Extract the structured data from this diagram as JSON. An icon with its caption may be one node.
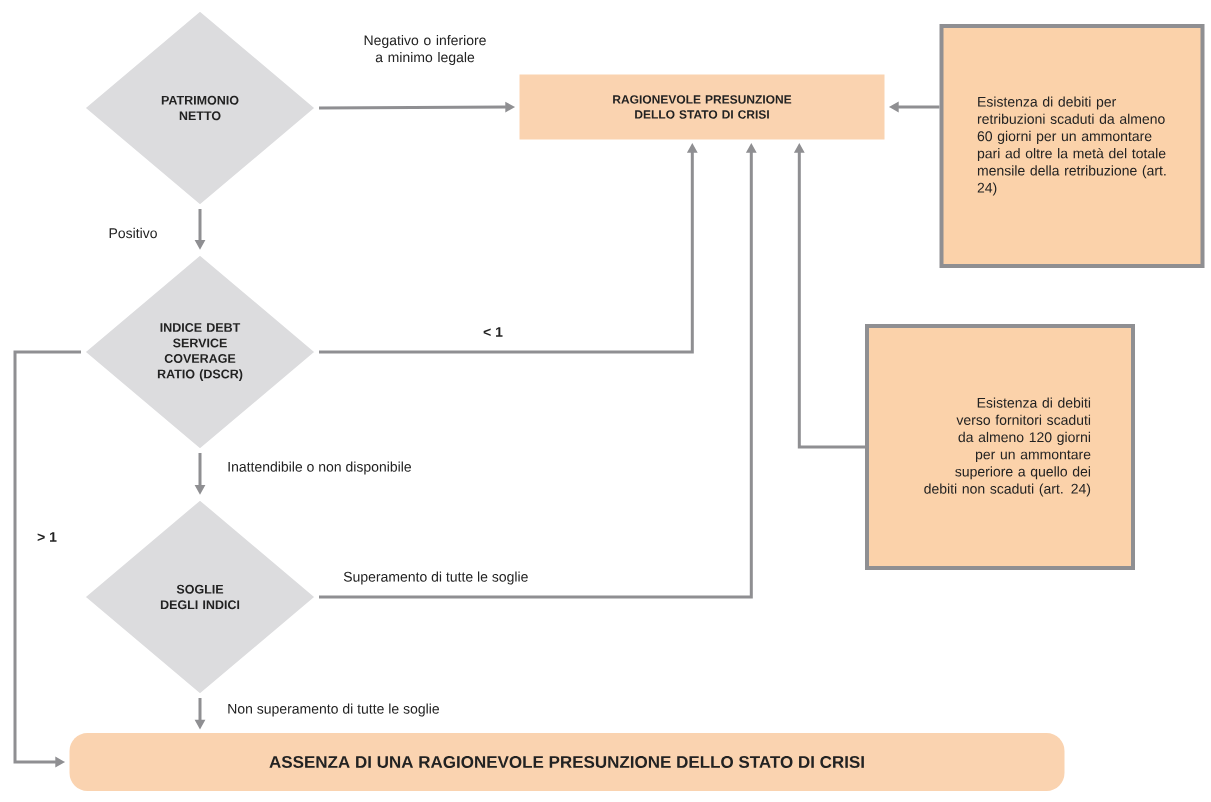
{
  "diagram": {
    "nodes": [
      {
        "text": [
          "PATRIMONIO NETTO"
        ]
      },
      {
        "text": [
          "RAGIONEVOLE PRESUNZIONE DELLO STATO DI CRISI"
        ]
      },
      {
        "text": [
          "Esistenza di debiti per retribuzioni scaduti da almeno 60 giorni per un ammontare pari ad oltre la metà del totale mensile della retribuzione (art. 24)"
        ]
      },
      {
        "text": [
          "INDICE DEBT SERVICE COVERAGE RATIO (DSCR)"
        ]
      },
      {
        "text": [
          "Esistenza di debiti verso fornitori scaduti da almeno 120 giorni per un ammontare superiore a quello dei debiti non scaduti (art. 24)"
        ]
      },
      {
        "text": [
          "SOGLIE DEGLI INDICI"
        ]
      },
      {
        "text": [
          "ASSENZA DI UNA RAGIONEVOLE PRESUNZIONE DELLO STATO DI CRISI"
        ]
      }
    ],
    "edges": [
      {
        "from": 0,
        "to": 1,
        "arrow": "to",
        "label": "Negativo o inferiore a minimo legale"
      },
      {
        "from": 0,
        "to": 3,
        "arrow": "to",
        "label": "Positivo"
      },
      {
        "from": 2,
        "to": 1,
        "arrow": "to"
      },
      {
        "from": 3,
        "to": 1,
        "arrow": "to",
        "label": "< 1"
      },
      {
        "from": 3,
        "to": 6,
        "arrow": "to",
        "label": "> 1"
      },
      {
        "from": 3,
        "to": 5,
        "arrow": "to",
        "label": "Inattendibile o non disponibile"
      },
      {
        "from": 5,
        "to": 1,
        "arrow": "to",
        "label": "Superamento di tutte le soglie"
      },
      {
        "from": 4,
        "to": 1,
        "arrow": "to"
      },
      {
        "from": 5,
        "to": 6,
        "arrow": "to",
        "label": "Non superamento di tutte le soglie"
      }
    ]
  }
}
